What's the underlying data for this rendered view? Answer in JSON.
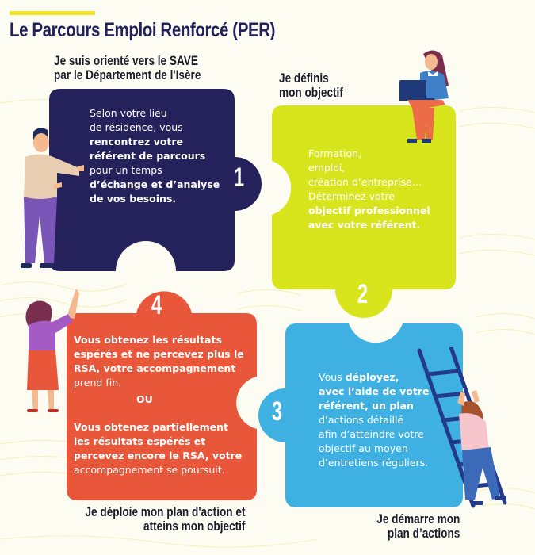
{
  "title": "Le Parcours Emploi Renforcé (PER)",
  "colors": {
    "accent_bar": "#f4e626",
    "title": "#22215a",
    "step1": "#25215b",
    "step2": "#d9e51c",
    "step3": "#3eb1e2",
    "step4": "#e9573b",
    "background": "#fdfcf3"
  },
  "steps": [
    {
      "number": "1",
      "heading_line1": "Je suis orienté vers le SAVE",
      "heading_line2": "par le Département de l'Isère",
      "text": [
        "Selon votre lieu",
        "de résidence, vous",
        "rencontrez votre",
        "référent de parcours",
        "pour un temps",
        "d’échange et d’analyse",
        "de vos besoins."
      ],
      "figure": "man-pushing-puzzle-illustration"
    },
    {
      "number": "2",
      "heading_line1": "Je définis",
      "heading_line2": "mon objectif",
      "text": [
        "Formation,",
        "emploi,",
        "création d’entreprise…",
        "Déterminez votre",
        "objectif professionnel",
        "avec votre référent."
      ],
      "figure": "woman-with-laptop-illustration"
    },
    {
      "number": "3",
      "heading_line1": "Je démarre mon",
      "heading_line2": "plan d’actions",
      "text": [
        "Vous déployez,",
        "avec l’aide de votre",
        "référent, un plan",
        "d’actions détaillé",
        "afin d’atteindre votre",
        "objectif au moyen",
        "d’entretiens réguliers."
      ],
      "figure": "woman-climbing-ladder-illustration"
    },
    {
      "number": "4",
      "heading_line1": "Je déploie mon plan d'action et",
      "heading_line2": "atteins mon objectif",
      "text_a": [
        "Vous obtenez les résultats",
        "espérés et ne percevez plus le",
        "RSA, votre accompagnement",
        "prend fin."
      ],
      "separator": "OU",
      "text_b": [
        "Vous obtenez partiellement",
        "les résultats espérés et",
        "percevez encore le RSA, votre",
        "accompagnement se poursuit."
      ],
      "figure": "woman-waving-illustration"
    }
  ]
}
